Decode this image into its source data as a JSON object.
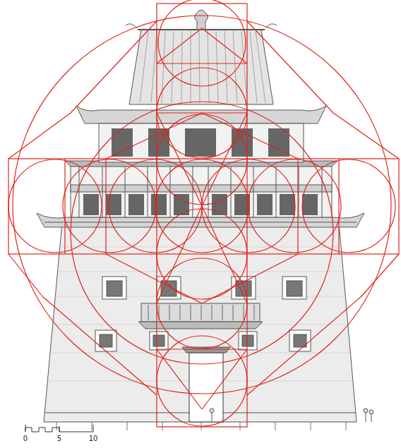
{
  "diagram": {
    "labels": [
      "0",
      "5",
      "10"
    ]
  }
}
